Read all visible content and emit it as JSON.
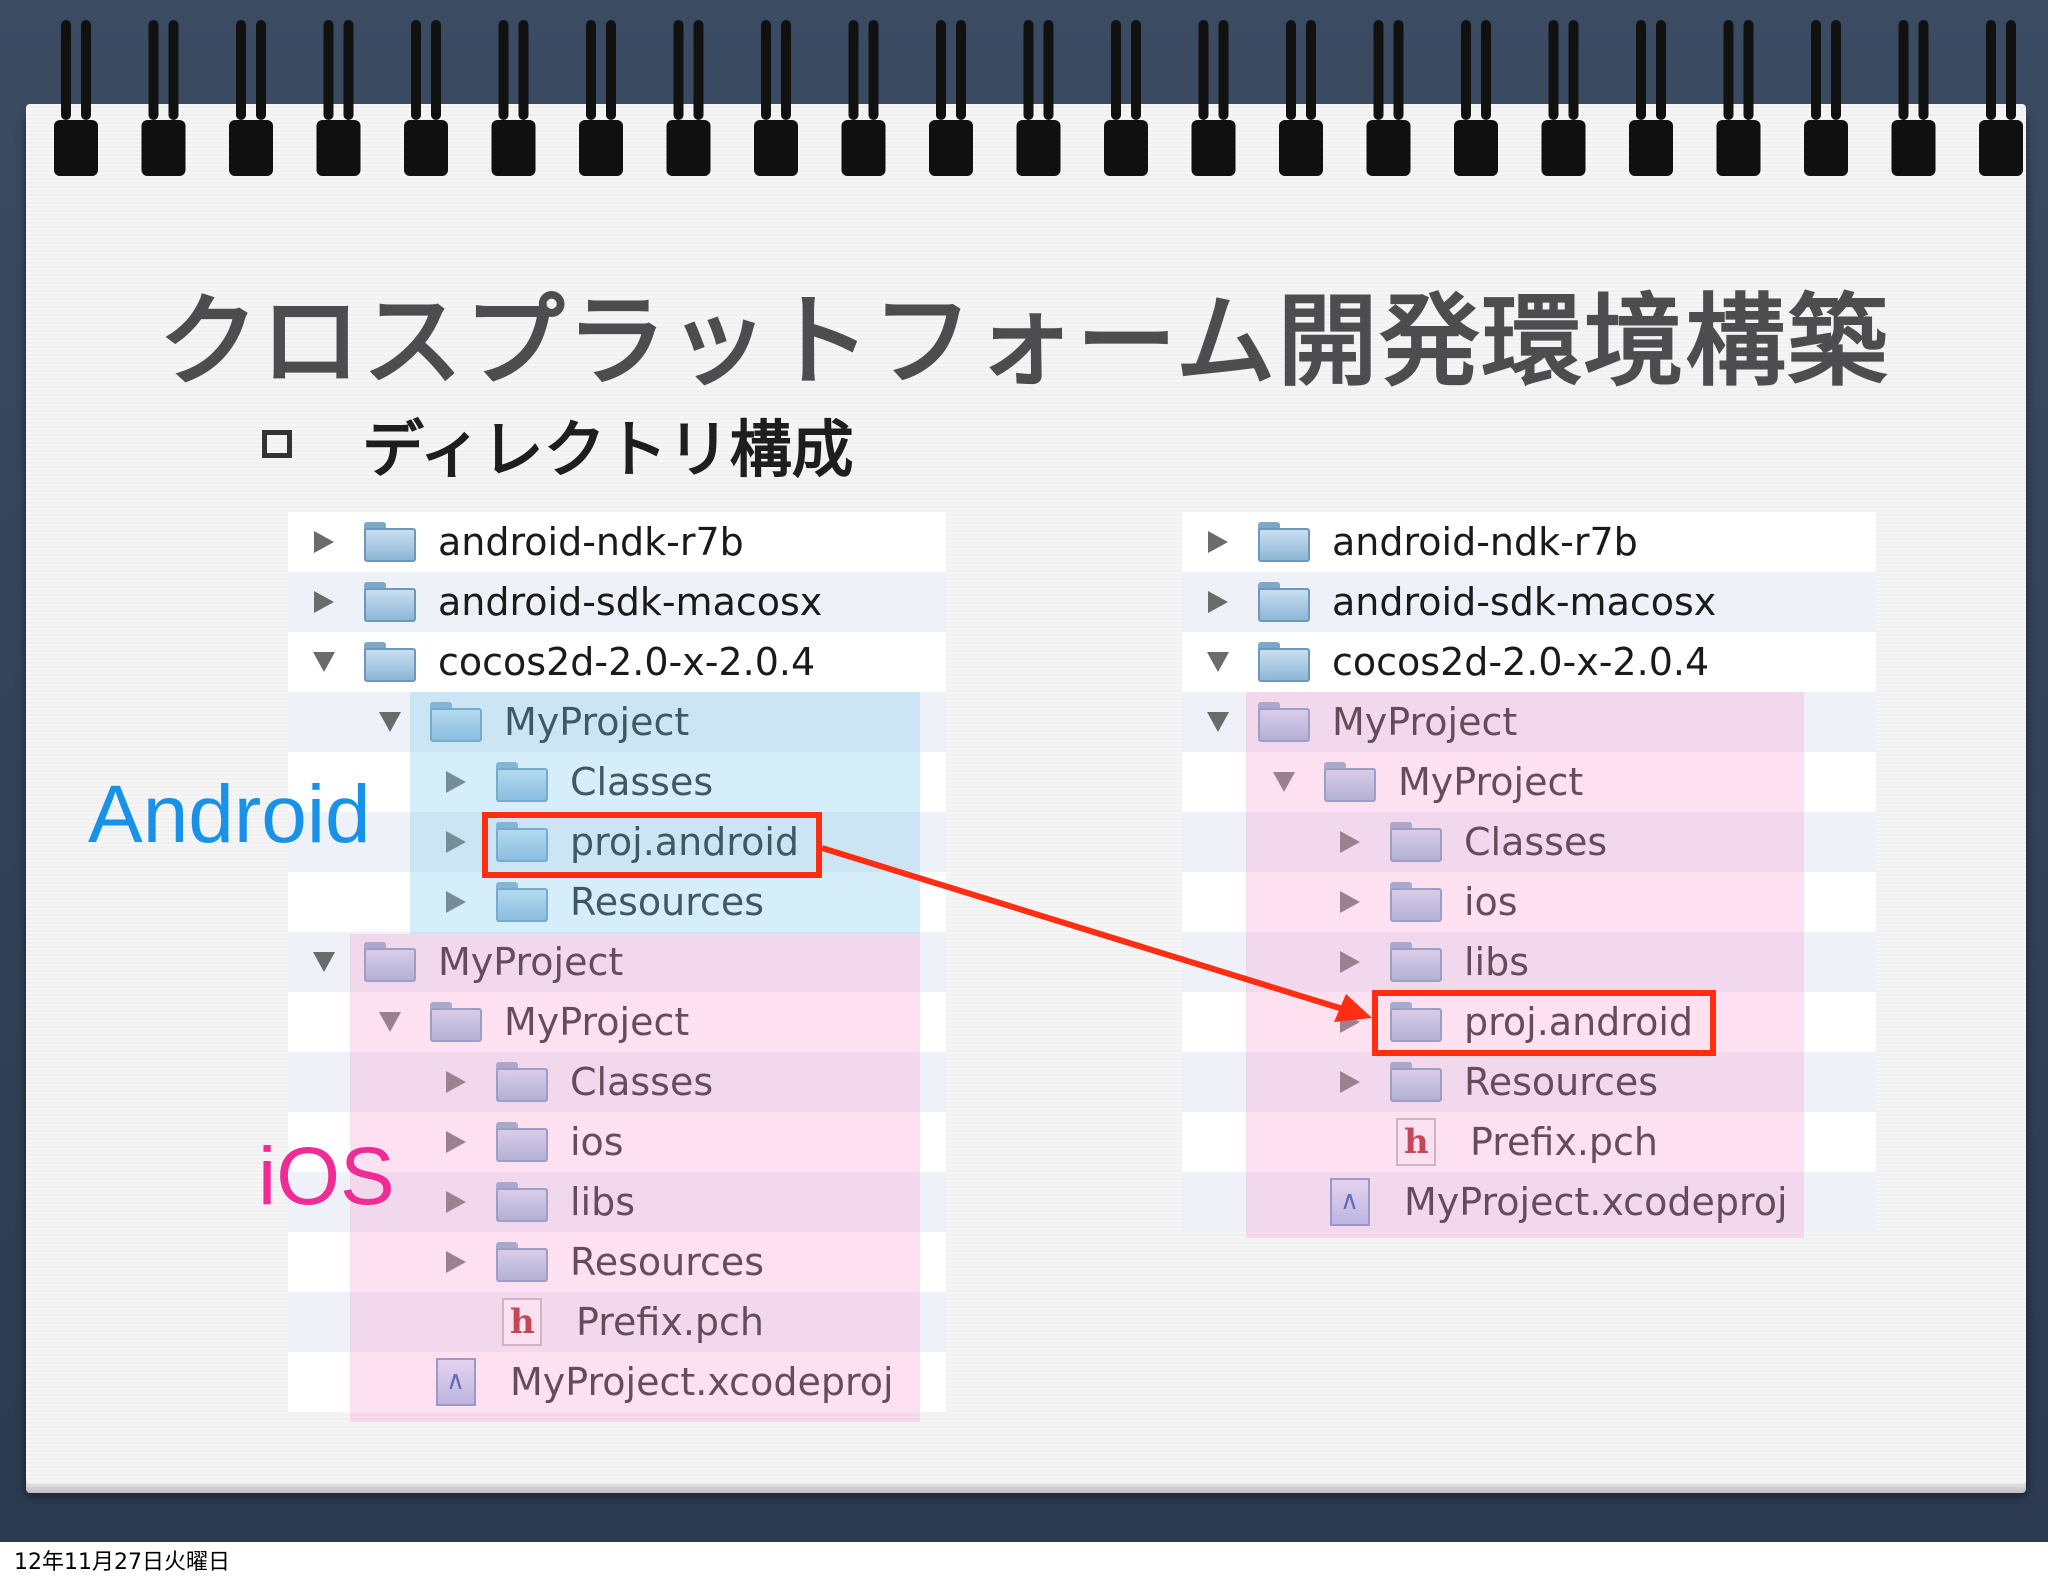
{
  "slide": {
    "title": "クロスプラットフォーム開発環境構築",
    "bullet": "ディレクトリ構成",
    "label_android": "Android",
    "label_ios": "iOS",
    "footer": "12年11月27日火曜日"
  },
  "colors": {
    "android": "#1792e8",
    "ios": "#ef2c96",
    "highlight": "#ff2d12",
    "arrow": "#ff2d12"
  },
  "left_tree": [
    {
      "label": "android-ndk-r7b",
      "icon": "folder-icon",
      "disclosure": "collapsed"
    },
    {
      "label": "android-sdk-macosx",
      "icon": "folder-icon",
      "disclosure": "collapsed"
    },
    {
      "label": "cocos2d-2.0-x-2.0.4",
      "icon": "folder-icon",
      "disclosure": "expanded"
    },
    {
      "label": "MyProject",
      "icon": "folder-icon",
      "disclosure": "expanded"
    },
    {
      "label": "Classes",
      "icon": "folder-icon",
      "disclosure": "collapsed"
    },
    {
      "label": "proj.android",
      "icon": "folder-icon",
      "disclosure": "collapsed"
    },
    {
      "label": "Resources",
      "icon": "folder-icon",
      "disclosure": "collapsed"
    },
    {
      "label": "MyProject",
      "icon": "folder-icon",
      "disclosure": "expanded"
    },
    {
      "label": "MyProject",
      "icon": "folder-icon",
      "disclosure": "expanded"
    },
    {
      "label": "Classes",
      "icon": "folder-icon",
      "disclosure": "collapsed"
    },
    {
      "label": "ios",
      "icon": "folder-icon",
      "disclosure": "collapsed"
    },
    {
      "label": "libs",
      "icon": "folder-icon",
      "disclosure": "collapsed"
    },
    {
      "label": "Resources",
      "icon": "folder-icon",
      "disclosure": "collapsed"
    },
    {
      "label": "Prefix.pch",
      "icon": "header-file-icon",
      "disclosure": "none"
    },
    {
      "label": "MyProject.xcodeproj",
      "icon": "xcodeproj-icon",
      "disclosure": "none"
    }
  ],
  "right_tree": [
    {
      "label": "android-ndk-r7b",
      "icon": "folder-icon",
      "disclosure": "collapsed"
    },
    {
      "label": "android-sdk-macosx",
      "icon": "folder-icon",
      "disclosure": "collapsed"
    },
    {
      "label": "cocos2d-2.0-x-2.0.4",
      "icon": "folder-icon",
      "disclosure": "expanded"
    },
    {
      "label": "MyProject",
      "icon": "folder-icon",
      "disclosure": "expanded"
    },
    {
      "label": "MyProject",
      "icon": "folder-icon",
      "disclosure": "expanded"
    },
    {
      "label": "Classes",
      "icon": "folder-icon",
      "disclosure": "collapsed"
    },
    {
      "label": "ios",
      "icon": "folder-icon",
      "disclosure": "collapsed"
    },
    {
      "label": "libs",
      "icon": "folder-icon",
      "disclosure": "collapsed"
    },
    {
      "label": "proj.android",
      "icon": "folder-icon",
      "disclosure": "collapsed"
    },
    {
      "label": "Resources",
      "icon": "folder-icon",
      "disclosure": "collapsed"
    },
    {
      "label": "Prefix.pch",
      "icon": "header-file-icon",
      "disclosure": "none"
    },
    {
      "label": "MyProject.xcodeproj",
      "icon": "xcodeproj-icon",
      "disclosure": "none"
    }
  ]
}
